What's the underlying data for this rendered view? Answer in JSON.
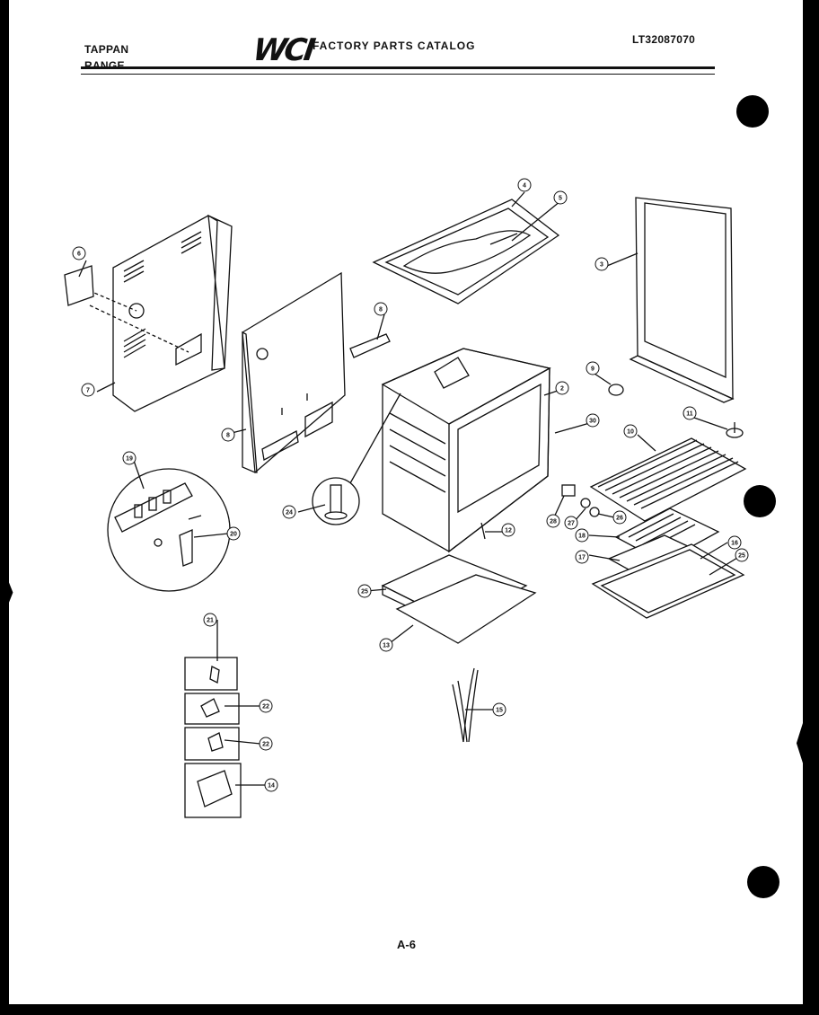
{
  "header": {
    "brand_line1": "TAPPAN",
    "brand_line2": "RANGE",
    "logo": "WCI",
    "catalog_title": "FACTORY PARTS CATALOG",
    "model_number": "LT32087070"
  },
  "page_number": "A-6",
  "callouts": [
    {
      "num": "4"
    },
    {
      "num": "5"
    },
    {
      "num": "3"
    },
    {
      "num": "6"
    },
    {
      "num": "7"
    },
    {
      "num": "8"
    },
    {
      "num": "8"
    },
    {
      "num": "9"
    },
    {
      "num": "2"
    },
    {
      "num": "30"
    },
    {
      "num": "11"
    },
    {
      "num": "10"
    },
    {
      "num": "19"
    },
    {
      "num": "20"
    },
    {
      "num": "24"
    },
    {
      "num": "12"
    },
    {
      "num": "28"
    },
    {
      "num": "27"
    },
    {
      "num": "26"
    },
    {
      "num": "18"
    },
    {
      "num": "17"
    },
    {
      "num": "25"
    },
    {
      "num": "16"
    },
    {
      "num": "25"
    },
    {
      "num": "13"
    },
    {
      "num": "21"
    },
    {
      "num": "22"
    },
    {
      "num": "22"
    },
    {
      "num": "14"
    },
    {
      "num": "15"
    }
  ]
}
